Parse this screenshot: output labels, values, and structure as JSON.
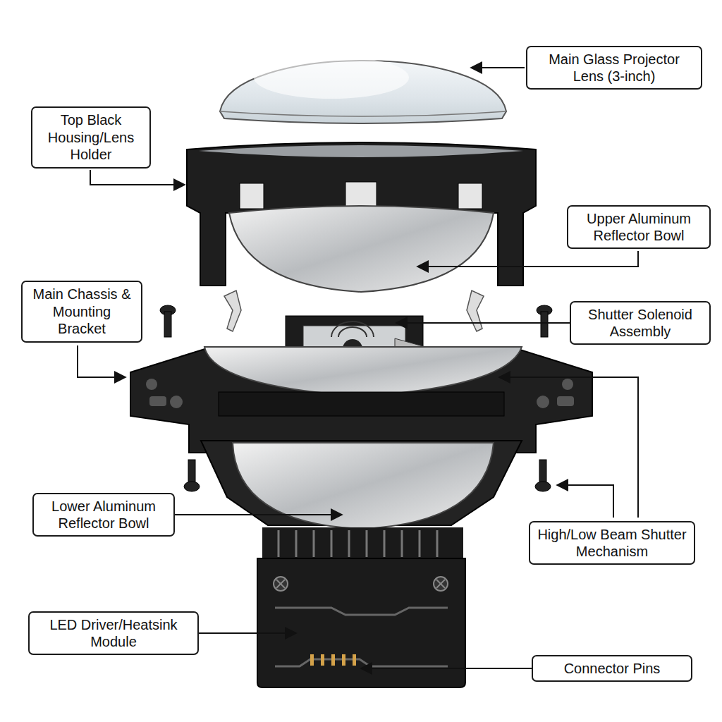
{
  "diagram": {
    "nodes": [
      {
        "text": [
          "Main Glass Projector Lens (3-inch)"
        ]
      },
      {
        "text": [
          "Top Black Housing/Lens Holder"
        ]
      },
      {
        "text": [
          "Upper Aluminum Reflector Bowl"
        ]
      },
      {
        "text": [
          "Main Chassis & Mounting Bracket"
        ]
      },
      {
        "text": [
          "Shutter Solenoid Assembly"
        ]
      },
      {
        "text": [
          "Lower Aluminum Reflector Bowl"
        ]
      },
      {
        "text": [
          "High/Low Beam Shutter Mechanism"
        ]
      },
      {
        "text": [
          "LED Driver/Heatsink Module"
        ]
      },
      {
        "text": [
          "Connector Pins"
        ]
      }
    ]
  }
}
